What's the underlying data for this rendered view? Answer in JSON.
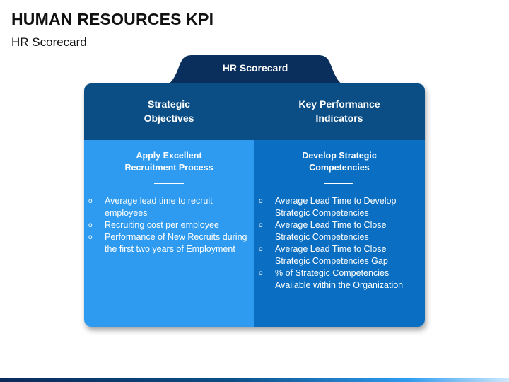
{
  "page": {
    "title": "HUMAN RESOURCES KPI",
    "subtitle": "HR Scorecard"
  },
  "scorecard": {
    "tab_label": "HR Scorecard",
    "header_left": [
      "Strategic",
      "Objectives"
    ],
    "header_right": [
      "Key Performance",
      "Indicators"
    ],
    "left": {
      "title": [
        "Apply Excellent",
        "Recruitment Process"
      ],
      "items": [
        "Average lead time to recruit employees",
        "Recruiting cost per employee",
        "Performance of New Recruits during the first two years of Employment"
      ]
    },
    "right": {
      "title": [
        "Develop Strategic",
        "Competencies"
      ],
      "items": [
        "Average Lead Time to Develop Strategic Competencies",
        "Average Lead Time to Close Strategic Competencies",
        "Average Lead Time to Close Strategic Competencies Gap",
        "% of Strategic Competencies Available within the Organization"
      ]
    },
    "bullet": "o"
  },
  "colors": {
    "header": "#0b4e86",
    "left_column": "#2e9bf0",
    "right_column": "#0a6fc2",
    "tab": "#0b2f5c"
  }
}
